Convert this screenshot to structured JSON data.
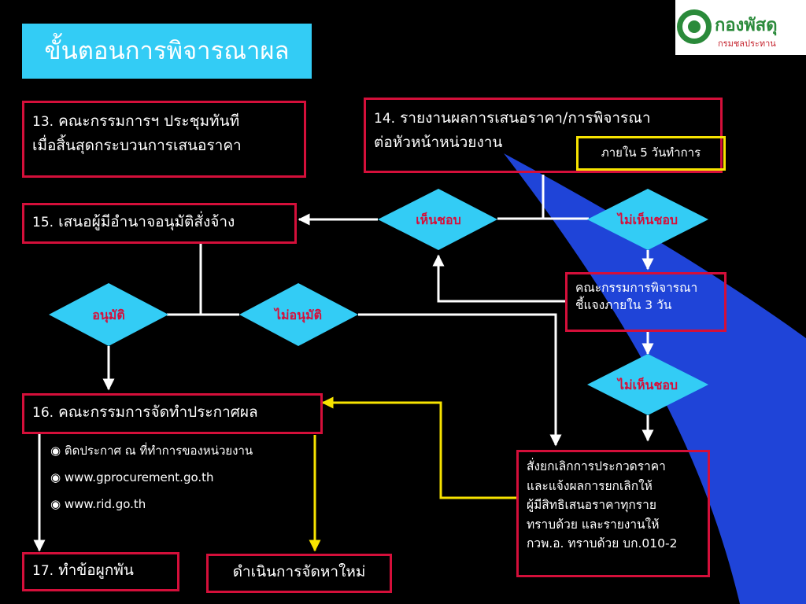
{
  "title": "ขั้นตอนการพิจารณาผล",
  "logo": {
    "text": "กองพัสดุ",
    "subtext": "กรมชลประทาน"
  },
  "box13": {
    "num": "13.",
    "line1": "คณะกรรมการฯ ประชุมทันที",
    "line2": "เมื่อสิ้นสุดกระบวนการเสนอราคา"
  },
  "box14": {
    "num": "14.",
    "line1": "รายงานผลการเสนอราคา/การพิจารณา",
    "line2": "ต่อหัวหน้าหน่วยงาน",
    "deadline": "ภายใน 5 วันทำการ"
  },
  "box15": {
    "num": "15.",
    "text": "เสนอผู้มีอำนาจอนุมัติสั่งจ้าง"
  },
  "box16": {
    "num": "16.",
    "text": "คณะกรรมการจัดทำประกาศผล"
  },
  "box17": {
    "num": "17.",
    "text": "ทำข้อผูกพัน"
  },
  "new_procure": "ดำเนินการจัดหาใหม่",
  "explain": {
    "line1": "คณะกรรมการพิจารณา",
    "line2": "ชี้แจงภายใน 3 วัน"
  },
  "cancel": {
    "lines": [
      "สั่งยกเลิกการประกวดราคา",
      "และแจ้งผลการยกเลิกให้",
      "ผู้มีสิทธิเสนอราคาทุกราย",
      "ทราบด้วย และรายงานให้",
      "กวพ.อ. ทราบด้วย บก.010-2"
    ]
  },
  "diamonds": {
    "agree": "เห็นชอบ",
    "disagree1": "ไม่เห็นชอบ",
    "disagree2": "ไม่เห็นชอบ",
    "approve": "อนุมัติ",
    "not_approve": "ไม่อนุมัติ"
  },
  "bullets": [
    "ติดประกาศ ณ ที่ทำการของหน่วยงาน",
    "www.gprocurement.go.th",
    "www.rid.go.th"
  ],
  "colors": {
    "title_bg": "#33ccf5",
    "box_border": "#d40f3a",
    "diamond": "#33ccf5",
    "yellow": "#f7e300",
    "blue_swoosh": "#1f44d8"
  }
}
